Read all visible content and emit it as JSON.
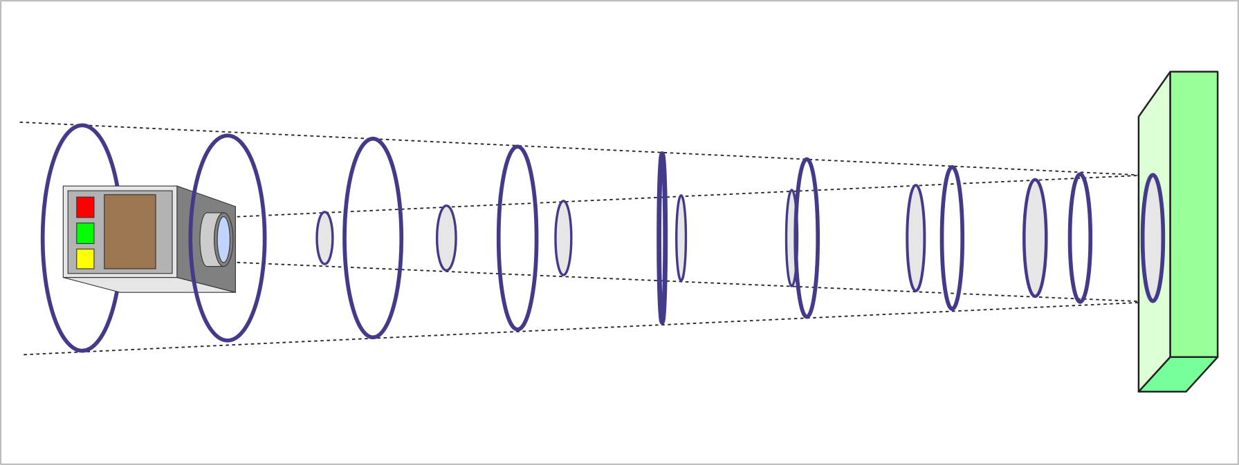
{
  "diagram": {
    "title": "",
    "colors": {
      "coil": "#433b8a",
      "aperture_fill": "#e6e6e6",
      "guide_line": "#222222",
      "frame": "#b0b0b0",
      "device_face": "#e6e6e6",
      "device_panel": "#b3b3b3",
      "device_side": "#808080",
      "indicator_red": "#ff0000",
      "indicator_green": "#00ff00",
      "indicator_yellow": "#ffff00",
      "screen": "#9b7650",
      "lens": "#c0d4ff",
      "target_front": "#ddffd5",
      "target_side": "#99ff99",
      "target_bottom": "#77ff99"
    },
    "components": [
      {
        "name": "source-device",
        "icon": "camera-box-icon"
      },
      {
        "name": "coil-rings",
        "count": 8
      },
      {
        "name": "aperture-rings",
        "count": 8
      },
      {
        "name": "target-block",
        "icon": "green-slab-icon"
      }
    ]
  }
}
